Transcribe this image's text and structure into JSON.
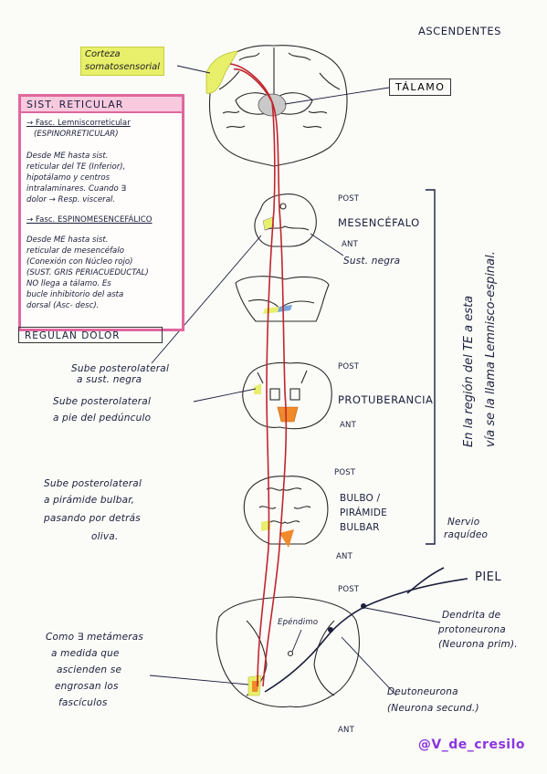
{
  "title": "ASCENDENTES",
  "corteza": [
    "Corteza",
    "somatosensorial"
  ],
  "talamo": "TÁLAMO",
  "sist_box": {
    "title": "SIST. RETICULAR",
    "lines": [
      "→ Fasc. Lemniscorreticular",
      "(ESPINORRETICULAR)",
      "Desde ME hasta sist.",
      "reticular del TE (Inferior),",
      "hipotálamo y centros",
      "intralaminares. Cuando ∃",
      "dolor → Resp. visceral.",
      "→ Fasc. ESPINOMESENCEFÁLICO",
      "Desde ME hasta sist.",
      "reticular de mesencéfalo",
      "(Conexión con Núcleo rojo)",
      "(SUST. GRIS PERIACUEDUCTAL)",
      "NO llega a tálamo. Es",
      "bucle inhibitorio del asta",
      "dorsal (Asc- desc)."
    ]
  },
  "regulan": "REGULAN DOLOR",
  "mesencefalo": {
    "post": "POST",
    "name": "MESENCÉFALO",
    "ant": "ANT"
  },
  "sust_negra": "Sust. negra",
  "protuberancia": {
    "post": "POST",
    "name": "PROTUBERANCIA",
    "ant": "ANT"
  },
  "bulbo": {
    "post": "POST",
    "name": [
      "BULBO /",
      "PIRÁMIDE",
      "BULBAR"
    ],
    "ant": "ANT"
  },
  "annot_sube1": [
    "Sube posterolateral",
    "a sust. negra"
  ],
  "annot_sube2": [
    "Sube posterolateral",
    "a pie del pedúnculo"
  ],
  "annot_sube3": [
    "Sube posterolateral",
    "a pirámide bulbar,",
    "pasando por detrás",
    "oliva."
  ],
  "vertical_note": [
    "En la región del TE a esta",
    "vía se la llama Lemnisco-espinal."
  ],
  "nervio": [
    "Nervio",
    "raquídeo"
  ],
  "piel": "PIEL",
  "dendrita": [
    "Dendrita de",
    "protoneurona",
    "(Neurona prim)."
  ],
  "ependimo": "Epéndimo",
  "deutoneurona": [
    "Deutoneurona",
    "(Neurona secund.)"
  ],
  "metameras": [
    "Como ∃ metámeras",
    "a medida que",
    "ascienden se",
    "engrosan los",
    "fascículos"
  ],
  "medula": {
    "post": "POST",
    "ant": "ANT"
  },
  "credit": "@V_de_cresilo",
  "colors": {
    "pink": "#e0679e",
    "pinkfill": "#f9c9de",
    "yellow": "#e8ef6a",
    "red": "#c0262d",
    "orange": "#f08a2a",
    "ink": "#1b1f3b",
    "credit": "#8b35e0"
  }
}
